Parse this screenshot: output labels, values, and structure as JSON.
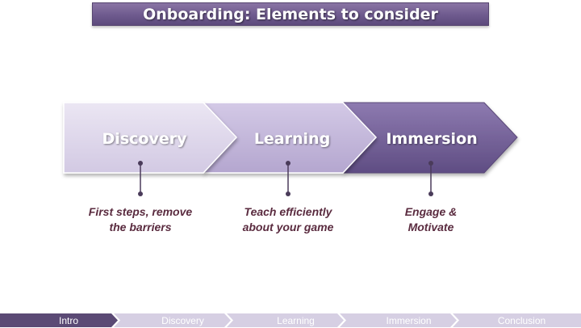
{
  "title": "Onboarding: Elements to consider",
  "stages": [
    {
      "label": "Discovery",
      "caption_line1": "First steps, remove",
      "caption_line2": "the barriers"
    },
    {
      "label": "Learning",
      "caption_line1": "Teach efficiently",
      "caption_line2": "about your game"
    },
    {
      "label": "Immersion",
      "caption_line1": "Engage &",
      "caption_line2": "Motivate"
    }
  ],
  "nav": {
    "active": "Intro",
    "items": [
      "Intro",
      "Discovery",
      "Learning",
      "Immersion",
      "Conclusion"
    ]
  },
  "colors": {
    "title_bar": "#6e5a8e",
    "stage_light": "#ddd6ea",
    "stage_mid": "#c0b3d9",
    "stage_dark": "#715f94",
    "caption_text": "#5a2b3f",
    "connector": "#4a3b5a",
    "nav_active": "#5b4a75",
    "nav_inactive": "#d6cfe3"
  }
}
